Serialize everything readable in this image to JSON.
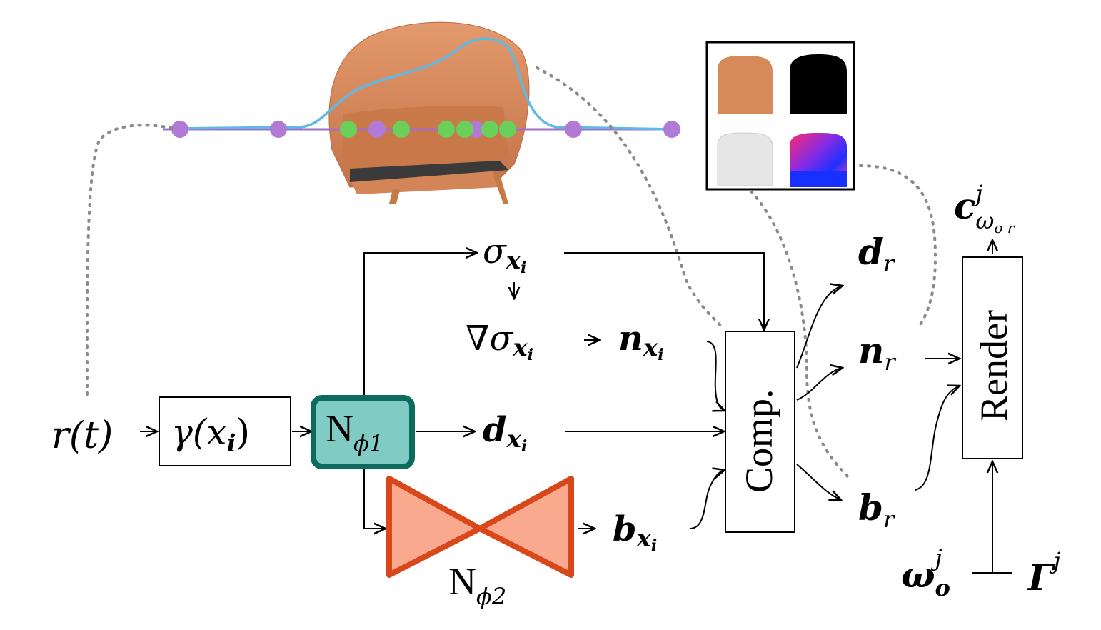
{
  "nodes": {
    "ray": "r(t)",
    "encoding": "γ(x",
    "encoding_sub": "i",
    "encoding_close": ")",
    "n1": "N",
    "n1_sub": "ϕ1",
    "n2": "N",
    "n2_sub": "ϕ2",
    "sigma": "σ",
    "sigma_sub": "x",
    "sigma_subsub": "i",
    "grad_sigma": "∇σ",
    "grad_sub": "x",
    "grad_subsub": "i",
    "normal": "n",
    "normal_sub": "x",
    "normal_subsub": "i",
    "diffuse": "d",
    "diffuse_sub": "x",
    "diffuse_subsub": "i",
    "bottleneck_out": "b",
    "bottleneck_sub": "x",
    "bottleneck_subsub": "i",
    "comp": "Comp.",
    "d_r": "d",
    "n_r": "n",
    "b_r": "b",
    "r_sub": "r",
    "render": "Render",
    "color": "c",
    "color_sup": "j",
    "color_sub": "ω",
    "color_subsub": "o r",
    "omega": "ω",
    "omega_sup": "j",
    "omega_sub": "o",
    "gamma_big": "Γ",
    "gamma_sup": "j"
  },
  "colors": {
    "n1_fill": "#80cbc4",
    "n1_stroke": "#0d6b5e",
    "n2_fill": "#f9a98e",
    "n2_stroke": "#d9481b",
    "ray_line": "#a070c8",
    "density_curve": "#5fb8e6",
    "sample_purple": "#b07ad6",
    "sample_green": "#6ad05a",
    "chair": "#d98a5c",
    "dots": "#8a8a8a"
  },
  "icons": [
    "chair-render",
    "output-maps-thumbnail"
  ]
}
